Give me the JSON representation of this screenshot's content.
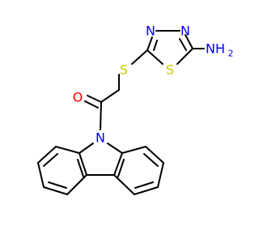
{
  "colors": {
    "bond": "#000000",
    "N": "#0000ff",
    "O": "#ff0000",
    "S": "#cccc00",
    "background": "#ffffff"
  },
  "atoms": {
    "n_thiadiazole_1": "N",
    "n_thiadiazole_2": "N",
    "s_ring": "S",
    "nh2": "NH",
    "nh2_sub": "2",
    "s_thioether": "S",
    "o_carbonyl": "O",
    "n_carbazole": "N"
  }
}
